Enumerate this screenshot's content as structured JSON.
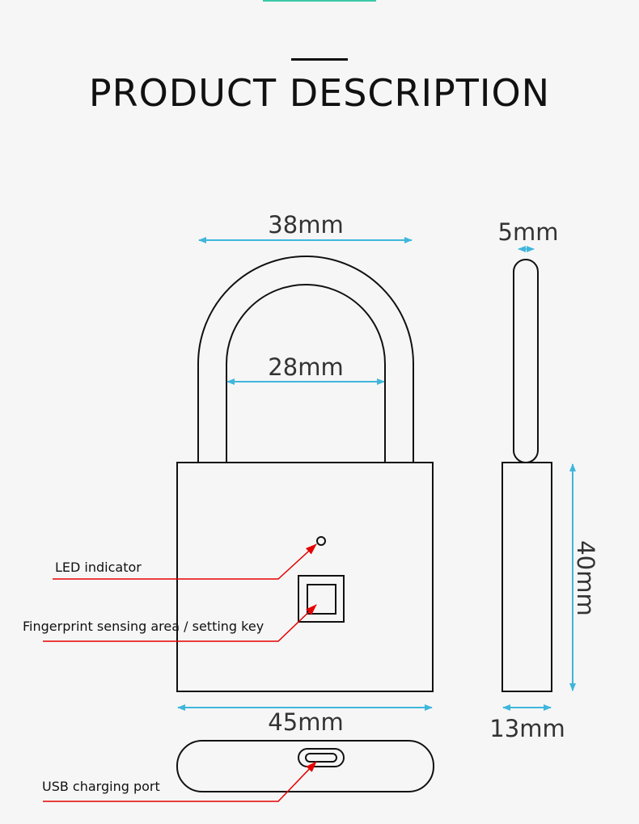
{
  "heading": {
    "title": "PRODUCT DESCRIPTION"
  },
  "dimensions": {
    "shackle_outer": "38mm",
    "shackle_inner": "28mm",
    "shackle_thickness": "5mm",
    "body_width": "45mm",
    "body_height": "40mm",
    "body_depth": "13mm"
  },
  "callouts": {
    "led": "LED indicator",
    "fingerprint": "Fingerprint sensing area / setting key",
    "usb": "USB charging port"
  },
  "colors": {
    "background": "#f6f6f6",
    "dimension_arrow": "#3fb6dc",
    "callout_line": "#e60000",
    "outline": "#111111",
    "accent_bar": "#3cc9a8"
  }
}
